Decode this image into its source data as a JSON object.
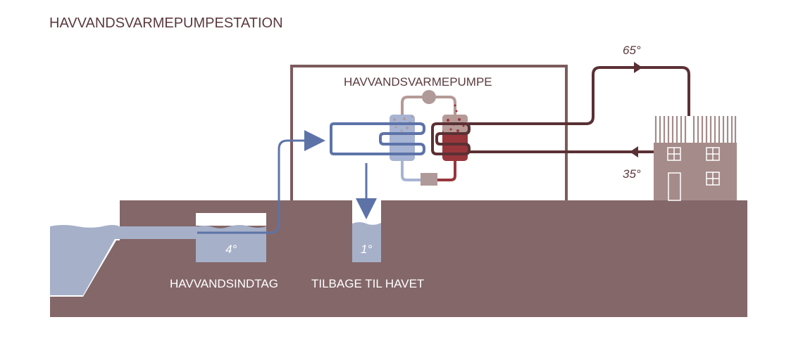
{
  "title": "HAVVANDSVARMEPUMPESTATION",
  "pump_label": "HAVVANDSVARMEPUMPE",
  "temps": {
    "supply": "65°",
    "return": "35°",
    "intake": "4°",
    "outlet": "1°"
  },
  "labels": {
    "intake": "HAVVANDSINDTAG",
    "outlet": "TILBAGE TIL HAVET"
  },
  "colors": {
    "ground": "#846769",
    "ground_dark": "#6f5557",
    "sea": "#a6b0c9",
    "cold_pipe": "#5d73a8",
    "warm_pipe": "#5a3034",
    "building": "#7c5b5c",
    "pump_cold": "#a7b4d3",
    "pump_hot": "#98363c",
    "pump_hot_top": "#b59a97",
    "compressor": "#b09a99",
    "house": "#a58b89",
    "roof": "#a58b89",
    "text": "#5b3a3d",
    "temp_text": "#5b3a3d"
  }
}
